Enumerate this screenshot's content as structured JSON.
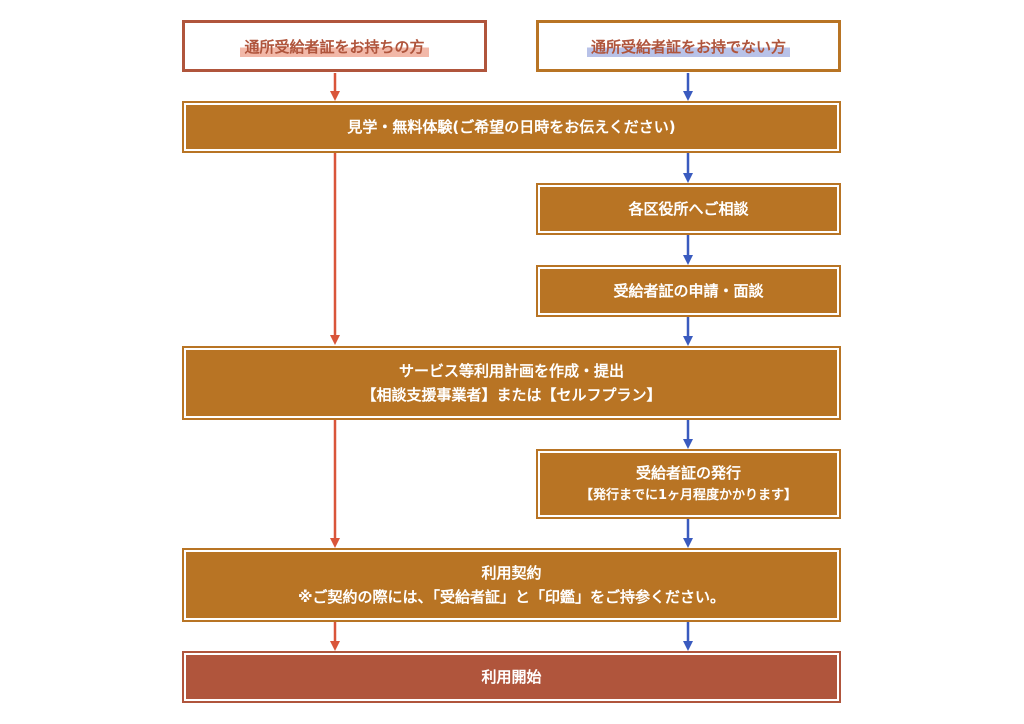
{
  "headers": {
    "with_cert": "通所受給者証をお持ちの方",
    "without_cert": "通所受給者証をお持でない方"
  },
  "steps": {
    "tour": "見学・無料体験(ご希望の日時をお伝えください)",
    "consult_office": "各区役所へご相談",
    "apply_cert": "受給者証の申請・面談",
    "plan_line1": "サービス等利用計画を作成・提出",
    "plan_line2": "【相談支援事業者】または【セルフプラン】",
    "issue_line1": "受給者証の発行",
    "issue_line2": "【発行までに1ヶ月程度かかります】",
    "contract_line1": "利用契約",
    "contract_line2": "※ご契約の際には、「受給者証」と「印鑑」をご持参ください。",
    "start": "利用開始"
  },
  "colors": {
    "box_fill": "#b87424",
    "start_fill": "#b0553c",
    "arrow_red": "#d9553a",
    "arrow_blue": "#3a5bbf"
  }
}
